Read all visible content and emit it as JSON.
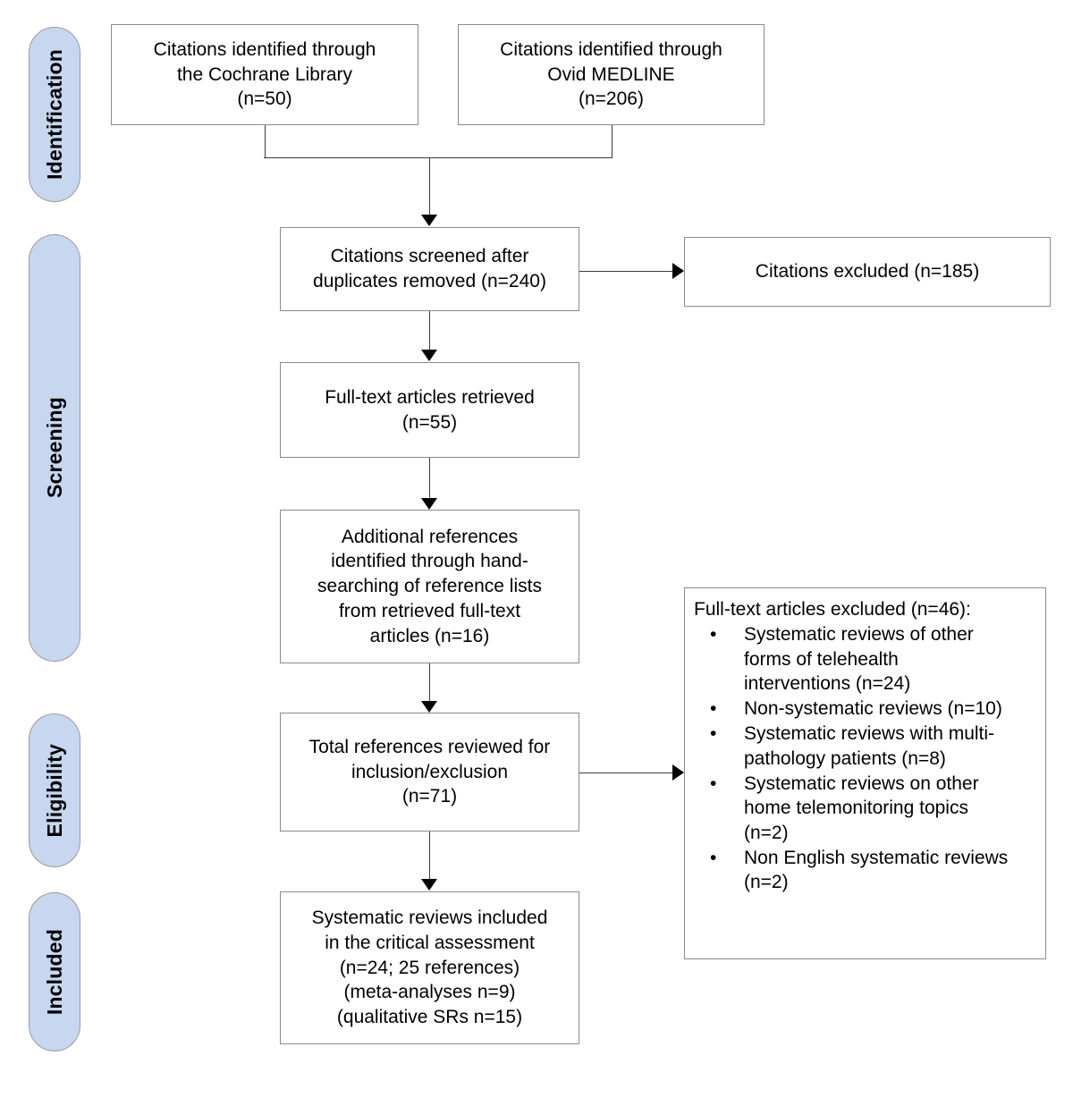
{
  "diagram": {
    "type": "prisma-flow-diagram",
    "stages": [
      {
        "id": "identification",
        "label": "Identification"
      },
      {
        "id": "screening",
        "label": "Screening"
      },
      {
        "id": "eligibility",
        "label": "Eligibility"
      },
      {
        "id": "included",
        "label": "Included"
      }
    ],
    "boxes": {
      "cochrane": {
        "lines": [
          "Citations identified through",
          "the Cochrane Library",
          "(n=50)"
        ],
        "n": 50
      },
      "medline": {
        "lines": [
          "Citations identified through",
          "Ovid MEDLINE",
          "(n=206)"
        ],
        "n": 206
      },
      "screened": {
        "lines": [
          "Citations screened after",
          "duplicates removed (n=240)"
        ],
        "n": 240
      },
      "citations_excluded": {
        "lines": [
          "Citations excluded (n=185)"
        ],
        "n": 185
      },
      "fulltext_retrieved": {
        "lines": [
          "Full-text articles retrieved",
          "(n=55)"
        ],
        "n": 55
      },
      "additional_refs": {
        "lines": [
          "Additional references",
          "identified through hand-",
          "searching of reference lists",
          "from retrieved full-text",
          "articles (n=16)"
        ],
        "n": 16
      },
      "total_reviewed": {
        "lines": [
          "Total references reviewed for",
          "inclusion/exclusion",
          "(n=71)"
        ],
        "n": 71
      },
      "included_reviews": {
        "lines": [
          "Systematic reviews included",
          "in the critical assessment",
          "(n=24; 25 references)",
          "(meta-analyses n=9)",
          "(qualitative SRs n=15)"
        ],
        "n": 24
      },
      "fulltext_excluded": {
        "title": "Full-text articles excluded (n=46):",
        "n": 46,
        "bullet_glyph": "•",
        "items": [
          {
            "lines": [
              "Systematic reviews of other",
              "forms of telehealth",
              "interventions (n=24)"
            ],
            "n": 24
          },
          {
            "lines": [
              "Non-systematic reviews (n=10)"
            ],
            "n": 10
          },
          {
            "lines": [
              "Systematic reviews with multi-",
              "pathology patients (n=8)"
            ],
            "n": 8
          },
          {
            "lines": [
              "Systematic reviews on other",
              "home telemonitoring topics",
              "(n=2)"
            ],
            "n": 2
          },
          {
            "lines": [
              "Non English systematic reviews",
              "(n=2)"
            ],
            "n": 2
          }
        ]
      }
    },
    "colors": {
      "pill_fill": "#c6d7ef",
      "pill_border": "#9b9b9b",
      "box_border": "#8a8a8a",
      "connector": "#3b3b3b",
      "arrowhead": "#000000",
      "background": "#ffffff",
      "text": "#000000"
    }
  }
}
